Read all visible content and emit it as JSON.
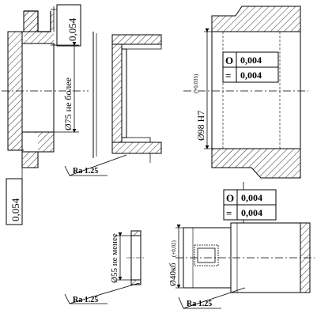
{
  "fig1": {
    "dim_top_tolerance": "0,054",
    "dim_bottom_tolerance": "0,054",
    "dim_diameter": "Ø75 не более"
  },
  "fig2": {
    "roughness": "Ra 1.25"
  },
  "fig3": {
    "dim_diameter": "Ø98 H7",
    "dim_tolerance": "(+0,035)",
    "tol_frame": [
      {
        "symbol": "O",
        "value": "0,004"
      },
      {
        "symbol": "=",
        "value": "0,004"
      }
    ]
  },
  "fig4": {
    "dim_diameter": "Ø55 не менее",
    "roughness": "Ra 1.25"
  },
  "fig5": {
    "dim_diameter": "Ø40кб",
    "dim_tolerance": "(+0,02)",
    "roughness": "Ra 1.25",
    "tol_frame": [
      {
        "symbol": "O",
        "value": "0,004"
      },
      {
        "symbol": "=",
        "value": "0,004"
      }
    ]
  },
  "colors": {
    "ink": "#000000",
    "paper": "#ffffff"
  }
}
